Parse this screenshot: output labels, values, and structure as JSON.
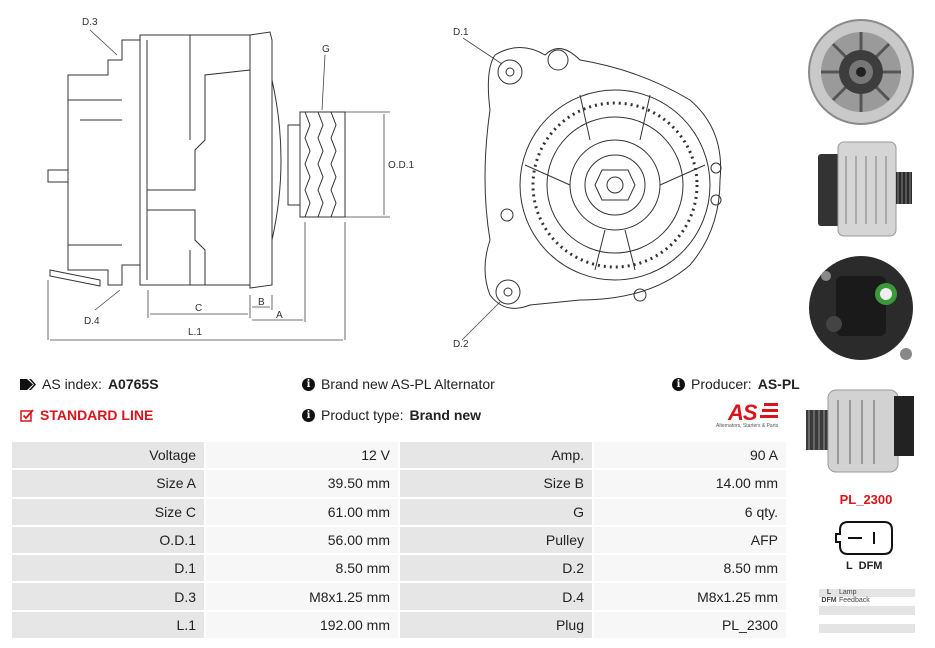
{
  "diagram_side": {
    "labels": {
      "d3": "D.3",
      "d4": "D.4",
      "g": "G",
      "od1": "O.D.1",
      "b": "B",
      "a": "A",
      "c": "C",
      "l1": "L.1"
    }
  },
  "diagram_front": {
    "labels": {
      "d1": "D.1",
      "d2": "D.2"
    }
  },
  "info": {
    "as_index_label": "AS index:",
    "as_index_value": "A0765S",
    "standard_line": "STANDARD LINE",
    "brand_text": "Brand new AS-PL Alternator",
    "product_type_label": "Product type:",
    "product_type_value": "Brand new",
    "producer_label": "Producer:",
    "producer_value": "AS-PL",
    "logo_text": "AS",
    "logo_tagline": "Alternators, Starters & Parts"
  },
  "specs": [
    {
      "k1": "Voltage",
      "v1": "12 V",
      "k2": "Amp.",
      "v2": "90 A"
    },
    {
      "k1": "Size A",
      "v1": "39.50 mm",
      "k2": "Size B",
      "v2": "14.00 mm"
    },
    {
      "k1": "Size C",
      "v1": "61.00 mm",
      "k2": "G",
      "v2": "6 qty."
    },
    {
      "k1": "O.D.1",
      "v1": "56.00 mm",
      "k2": "Pulley",
      "v2": "AFP"
    },
    {
      "k1": "D.1",
      "v1": "8.50 mm",
      "k2": "D.2",
      "v2": "8.50 mm"
    },
    {
      "k1": "D.3",
      "v1": "M8x1.25 mm",
      "k2": "D.4",
      "v2": "M8x1.25 mm"
    },
    {
      "k1": "L.1",
      "v1": "192.00 mm",
      "k2": "Plug",
      "v2": "PL_2300"
    }
  ],
  "plug": {
    "title": "PL_2300",
    "pins": "L  DFM",
    "legend": [
      {
        "k": "L",
        "v": "Lamp"
      },
      {
        "k": "DFM",
        "v": "Feedback"
      }
    ]
  },
  "colors": {
    "accent": "#d9141b",
    "key_bg": "#e6e6e6",
    "val_bg": "#f7f7f7"
  },
  "icons": {
    "tag": "tag-icon",
    "check": "checkbox-icon",
    "info": "info-circle-icon"
  }
}
